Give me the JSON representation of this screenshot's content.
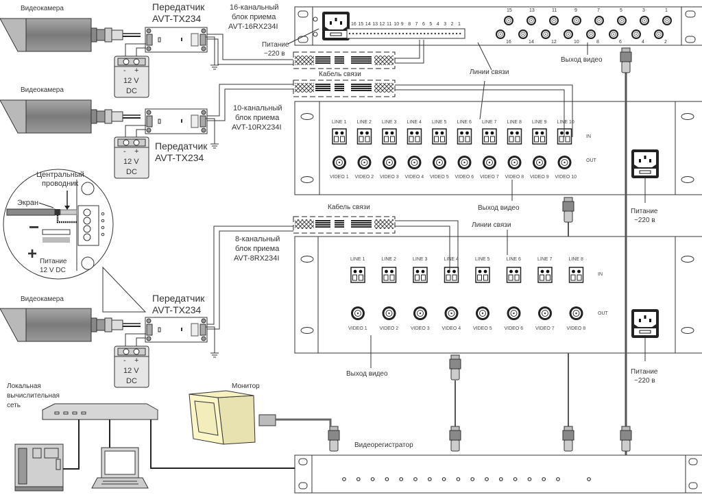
{
  "cameras": [
    {
      "label": "Видеокамера"
    },
    {
      "label": "Видеокамера"
    },
    {
      "label": "Видеокамера"
    }
  ],
  "transmitters": [
    {
      "label_line1": "Передатчик",
      "label_line2": "AVT-TX234"
    },
    {
      "label_line1": "Передатчик",
      "label_line2": "AVT-TX234"
    },
    {
      "label_line1": "Передатчик",
      "label_line2": "AVT-TX234"
    }
  ],
  "power_supplies": [
    {
      "polarity_minus": "-",
      "polarity_plus": "+",
      "line1": "12 V",
      "line2": "DC"
    },
    {
      "polarity_minus": "-",
      "polarity_plus": "+",
      "line1": "12 V",
      "line2": "DC"
    },
    {
      "polarity_minus": "-",
      "polarity_plus": "+",
      "line1": "12 V",
      "line2": "DC"
    }
  ],
  "receivers": {
    "rx16": {
      "label_line1": "16-канальный",
      "label_line2": "блок приема",
      "label_line3": "AVT-16RX234I",
      "terminal_numbers": [
        "16",
        "15",
        "14",
        "13",
        "12",
        "11",
        "10",
        "9",
        "8",
        "7",
        "6",
        "5",
        "4",
        "3",
        "2",
        "1"
      ],
      "bnc_top": [
        "15",
        "13",
        "11",
        "9",
        "7",
        "5",
        "3",
        "1"
      ],
      "bnc_bottom": [
        "16",
        "14",
        "12",
        "10",
        "8",
        "6",
        "4",
        "2"
      ]
    },
    "rx10": {
      "label_line1": "10-канальный",
      "label_line2": "блок приема",
      "label_line3": "AVT-10RX234I",
      "lines": [
        "LINE 1",
        "LINE 2",
        "LINE 3",
        "LINE 4",
        "LINE 5",
        "LINE 6",
        "LINE 7",
        "LINE 8",
        "LINE 9",
        "LINE 10"
      ],
      "videos": [
        "VIDEO 1",
        "VIDEO 2",
        "VIDEO 3",
        "VIDEO 4",
        "VIDEO 5",
        "VIDEO 6",
        "VIDEO 7",
        "VIDEO 8",
        "VIDEO 9",
        "VIDEO 10"
      ],
      "in_label": "IN",
      "out_label": "OUT"
    },
    "rx8": {
      "label_line1": "8-канальный",
      "label_line2": "блок приема",
      "label_line3": "AVT-8RX234I",
      "lines": [
        "LINE 1",
        "LINE 2",
        "LINE 3",
        "LINE 4",
        "LINE 5",
        "LINE 6",
        "LINE 7",
        "LINE 8"
      ],
      "videos": [
        "VIDEO 1",
        "VIDEO 2",
        "VIDEO 3",
        "VIDEO 4",
        "VIDEO 5",
        "VIDEO 6",
        "VIDEO 7",
        "VIDEO 8"
      ],
      "in_label": "IN",
      "out_label": "OUT"
    }
  },
  "annotations": {
    "power_220_line1": "Питание",
    "power_220_line2": "~220 в",
    "cable": "Кабель связи",
    "comm_lines": "Линии связи",
    "video_out": "Выход видео"
  },
  "detail_inset": {
    "center_conductor_line1": "Центральный",
    "center_conductor_line2": "проводник",
    "shield": "Экран",
    "minus": "−",
    "plus": "+",
    "power_line1": "Питание",
    "power_line2": "12 V DC"
  },
  "network": {
    "lan_line1": "Локальная",
    "lan_line2": "вычислительная",
    "lan_line3": "сеть",
    "monitor": "Монитор",
    "dvr": "Видеорегистратор",
    "dvr_leds": 17
  },
  "colors": {
    "line": "#333333",
    "panel_fill": "#ffffff",
    "device_gray": "#c8c8c8",
    "camera_gray": "#8a8a8a",
    "monitor_fill": "#fbf6c8"
  }
}
